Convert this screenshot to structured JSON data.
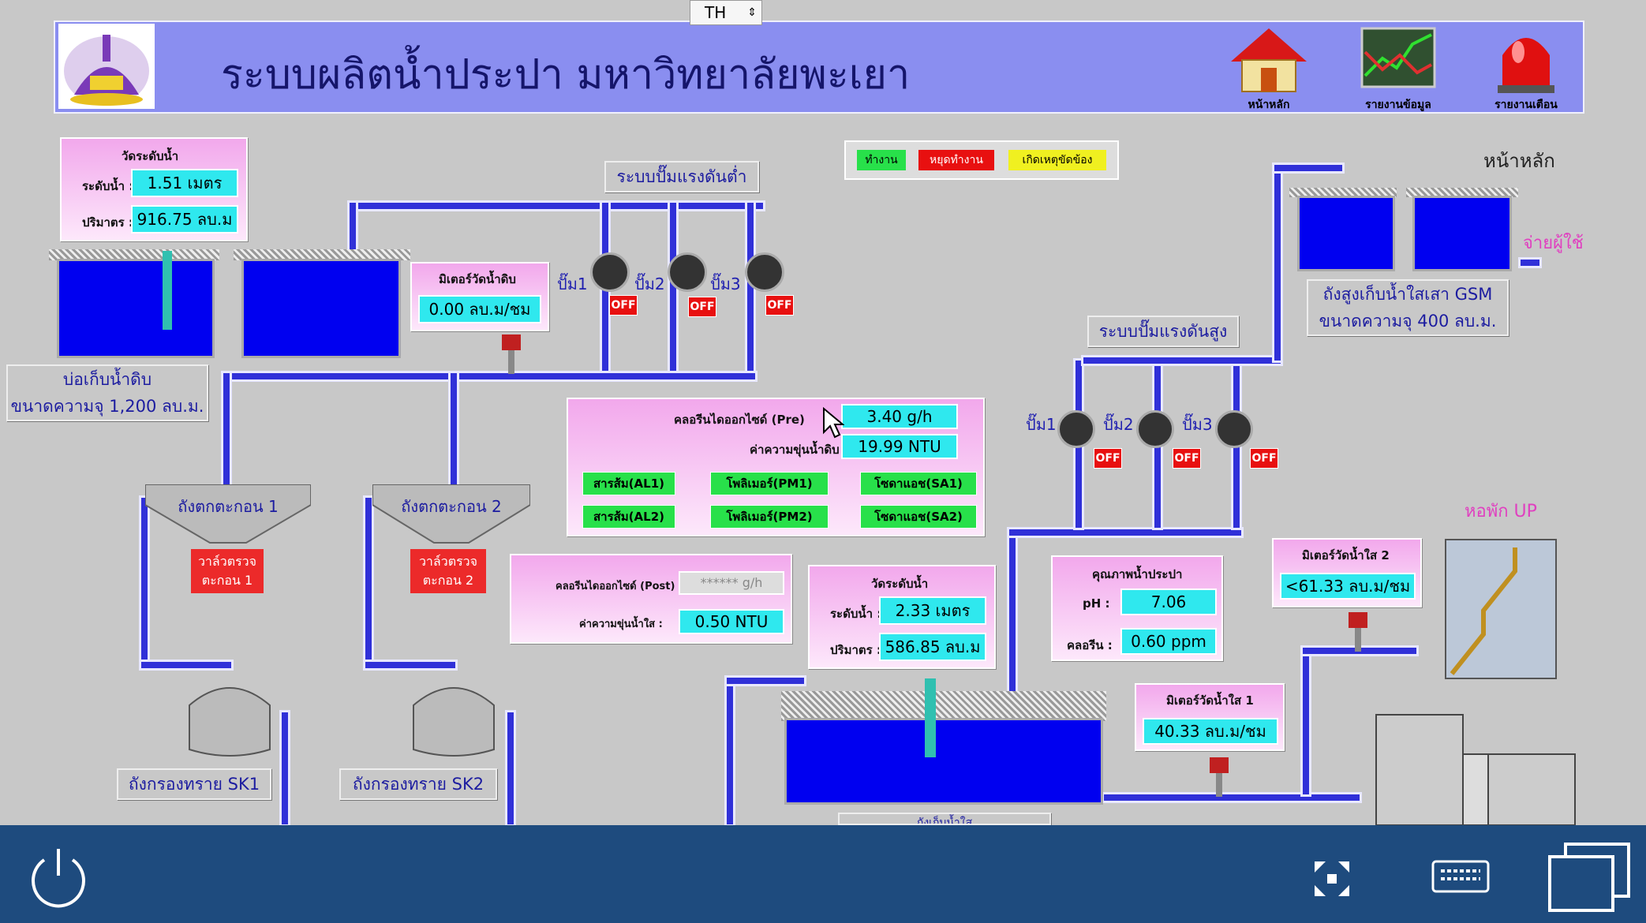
{
  "app": {
    "title": "ระบบผลิตน้ำประปา มหาวิทยาลัยพะเยา",
    "language": "TH",
    "header_buttons": [
      "หน้าหลัก",
      "รายงานข้อมูล",
      "รายงานเตือน"
    ],
    "page_name": "หน้าหลัก"
  },
  "legend": {
    "run": "ทำงาน",
    "stop": "หยุดทำงาน",
    "fault": "เกิดเหตุขัดข้อง"
  },
  "raw_water": {
    "box_title": "วัดระดับน้ำ",
    "level_label": "ระดับน้ำ :",
    "level_value": "1.51 เมตร",
    "volume_label": "ปริมาตร :",
    "volume_value": "916.75 ลบ.ม",
    "pond_name": "บ่อเก็บน้ำดิบ",
    "pond_capacity": "ขนาดความจุ 1,200 ลบ.ม."
  },
  "raw_meter": {
    "title": "มิเตอร์วัดน้ำดิบ",
    "value": "0.00 ลบ.ม/ชม"
  },
  "low_pump": {
    "title": "ระบบปั๊มแรงดันต่ำ",
    "pumps": [
      "ปั๊ม1",
      "ปั๊ม2",
      "ปั๊ม3"
    ],
    "status": [
      "OFF",
      "OFF",
      "OFF"
    ]
  },
  "high_pump": {
    "title": "ระบบปั๊มแรงดันสูง",
    "pumps": [
      "ปั๊ม1",
      "ปั๊ม2",
      "ปั๊ม3"
    ],
    "status": [
      "OFF",
      "OFF",
      "OFF"
    ]
  },
  "chemical": {
    "pre_label": "คลอรีนไดออกไซด์ (Pre)",
    "pre_value": "3.40 g/h",
    "turbidity_label": "ค่าความขุ่นน้ำดิบ :",
    "turbidity_value": "19.99 NTU",
    "buttons": [
      "สารส้ม(AL1)",
      "โพลิเมอร์(PM1)",
      "โซดาแอช(SA1)",
      "สารส้ม(AL2)",
      "โพลิเมอร์(PM2)",
      "โซดาแอช(SA2)"
    ]
  },
  "post": {
    "post_label": "คลอรีนไดออกไซด์ (Post) :",
    "post_value": "****** g/h",
    "turbidity_label": "ค่าความขุ่นน้ำใส :",
    "turbidity_value": "0.50 NTU"
  },
  "clear_water": {
    "box_title": "วัดระดับน้ำ",
    "level_label": "ระดับน้ำ :",
    "level_value": "2.33 เมตร",
    "volume_label": "ปริมาตร :",
    "volume_value": "586.85 ลบ.ม",
    "tank_label": "ถังเก็บน้ำใส"
  },
  "quality": {
    "title": "คุณภาพน้ำประปา",
    "ph_label": "pH :",
    "ph_value": "7.06",
    "chlorine_label": "คลอรีน :",
    "chlorine_value": "0.60 ppm"
  },
  "meter1": {
    "title": "มิเตอร์วัดน้ำใส 1",
    "value": "40.33 ลบ.ม/ชม"
  },
  "meter2": {
    "title": "มิเตอร์วัดน้ำใส 2",
    "value": "<61.33 ลบ.ม/ชม"
  },
  "sediment": {
    "tank1": "ถังตกตะกอน 1",
    "tank2": "ถังตกตะกอน 2",
    "valve1": "วาล์วตรวจตะกอน 1",
    "valve2": "วาล์วตรวจตะกอน 2"
  },
  "filters": {
    "sk1": "ถังกรองทราย SK1",
    "sk2": "ถังกรองทราย SK2"
  },
  "gsm": {
    "line1": "ถังสูงเก็บน้ำใสเสา GSM",
    "line2": "ขนาดความจุ 400 ลบ.ม.",
    "supply": "จ่ายผู้ใช้"
  },
  "dorm": {
    "label": "หอพัก UP"
  },
  "colors": {
    "header": "#8a8ef0",
    "pipe": "#3030d8",
    "water": "#0000f0",
    "value": "#2fe8ee",
    "off": "#e81010",
    "taskbar": "#1e4b7e"
  }
}
